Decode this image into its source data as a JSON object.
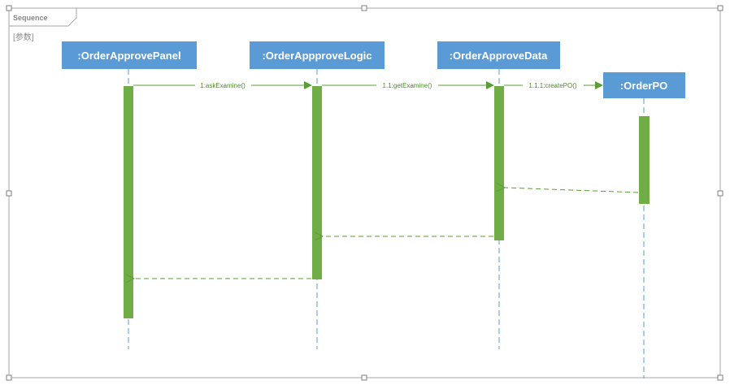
{
  "frame": {
    "title": "Sequence",
    "parameter": "[参数]"
  },
  "colors": {
    "lifeline_box": "#5B9BD5",
    "lifeline_text": "#FFFFFF",
    "lifeline_dash": "#5B9BD5",
    "activation": "#70AD47",
    "message": "#5A9E32",
    "frame_border": "#A6A6A6",
    "handle": "#7F7F7F"
  },
  "lifelines": [
    {
      "id": "panel",
      "label": ":OrderApprovePanel"
    },
    {
      "id": "logic",
      "label": ":OrderAppproveLogic"
    },
    {
      "id": "data",
      "label": ":OrderApproveData"
    },
    {
      "id": "po",
      "label": ":OrderPO"
    }
  ],
  "messages": [
    {
      "id": "m1",
      "label": "1:askExamine()",
      "from": "panel",
      "to": "logic",
      "kind": "sync"
    },
    {
      "id": "m2",
      "label": "1.1:getExamine()",
      "from": "logic",
      "to": "data",
      "kind": "sync"
    },
    {
      "id": "m3",
      "label": "1.1.1:createPO()",
      "from": "data",
      "to": "po",
      "kind": "create"
    },
    {
      "id": "r1",
      "label": "",
      "from": "po",
      "to": "data",
      "kind": "return"
    },
    {
      "id": "r2",
      "label": "",
      "from": "data",
      "to": "logic",
      "kind": "return"
    },
    {
      "id": "r3",
      "label": "",
      "from": "logic",
      "to": "panel",
      "kind": "return"
    }
  ]
}
